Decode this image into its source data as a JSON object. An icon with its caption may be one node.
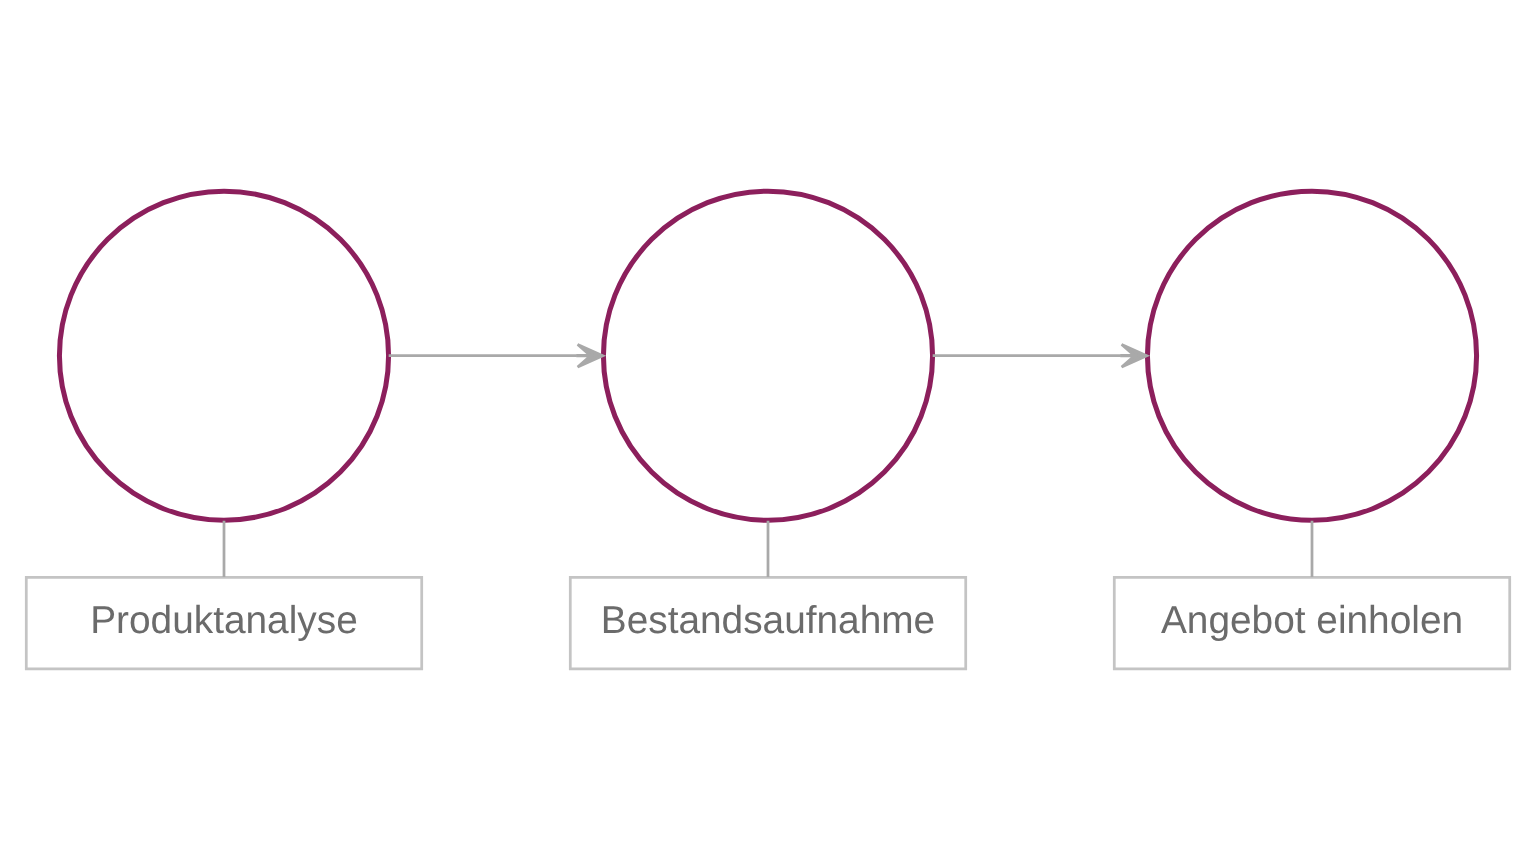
{
  "diagram": {
    "nodes": [
      {
        "text": [],
        "shape": "circle"
      },
      {
        "text": [],
        "shape": "circle"
      },
      {
        "text": [],
        "shape": "circle"
      },
      {
        "text": [
          "Produktanalyse"
        ]
      },
      {
        "text": [
          "Bestandsaufnahme"
        ]
      },
      {
        "text": [
          "Angebot einholen"
        ]
      }
    ],
    "edges": [
      {
        "from": 0,
        "to": 1,
        "arrow": "to"
      },
      {
        "from": 1,
        "to": 2,
        "arrow": "to"
      },
      {
        "from": 0,
        "to": 3,
        "arrow": "none"
      },
      {
        "from": 1,
        "to": 4,
        "arrow": "none"
      },
      {
        "from": 2,
        "to": 5,
        "arrow": "none"
      }
    ]
  }
}
